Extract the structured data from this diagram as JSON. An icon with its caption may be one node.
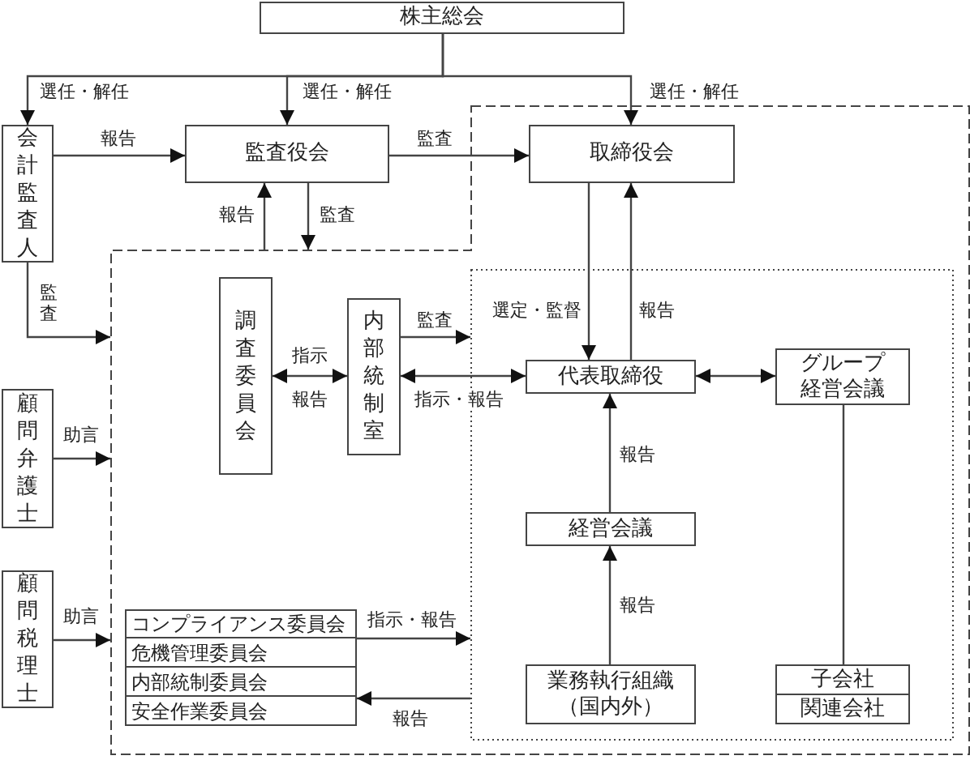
{
  "diagram": {
    "nodes": [
      {
        "text": [
          "株主総会"
        ]
      },
      {
        "text": [
          "会計監査人"
        ]
      },
      {
        "text": [
          "監査役会"
        ]
      },
      {
        "text": [],
        "shape": "box"
      },
      {
        "text": [
          "取締役会"
        ],
        "in": 3
      },
      {
        "text": [
          "調査委員会"
        ],
        "in": 3
      },
      {
        "text": [
          "内部統制室"
        ],
        "in": 3
      },
      {
        "text": [],
        "shape": "box",
        "in": 3
      },
      {
        "text": [
          "代表取締役"
        ],
        "in": 7
      },
      {
        "text": [
          "グループ経営会議"
        ],
        "in": 7
      },
      {
        "text": [
          "経営会議"
        ],
        "in": 7
      },
      {
        "text": [
          "業務執行組織（国内外）"
        ],
        "in": 7
      },
      {
        "text": [
          "子会社"
        ],
        "in": 7
      },
      {
        "text": [
          "関連会社"
        ],
        "in": 7
      },
      {
        "text": [],
        "shape": "box",
        "in": 3
      },
      {
        "text": [
          "コンプライアンス委員会"
        ],
        "in": 14
      },
      {
        "text": [
          "危機管理委員会"
        ],
        "in": 14
      },
      {
        "text": [
          "内部統制委員会"
        ],
        "in": 14
      },
      {
        "text": [
          "安全作業委員会"
        ],
        "in": 14
      },
      {
        "text": [
          "顧問弁護士"
        ]
      },
      {
        "text": [
          "顧問税理士"
        ]
      }
    ],
    "edges": [
      {
        "from": 0,
        "to": 1,
        "arrow": "to",
        "label": "選任・解任"
      },
      {
        "from": 0,
        "to": 2,
        "arrow": "to",
        "label": "選任・解任"
      },
      {
        "from": 0,
        "to": 4,
        "arrow": "to",
        "label": "選任・解任"
      },
      {
        "from": 1,
        "to": 2,
        "arrow": "to",
        "label": "報告"
      },
      {
        "from": 2,
        "to": 4,
        "arrow": "to",
        "label": "監査"
      },
      {
        "from": 3,
        "to": 2,
        "arrow": "to",
        "label": "報告"
      },
      {
        "from": 2,
        "to": 3,
        "arrow": "to",
        "label": "監査"
      },
      {
        "from": 1,
        "to": 3,
        "arrow": "to",
        "label": "監査"
      },
      {
        "from": 6,
        "to": 7,
        "arrow": "to",
        "label": "監査"
      },
      {
        "from": 5,
        "to": 6,
        "arrow": "both",
        "label": "指示"
      },
      {
        "from": 6,
        "to": 8,
        "arrow": "both",
        "label": "指示・報告"
      },
      {
        "from": 4,
        "to": 8,
        "arrow": "to",
        "label": "選定・監督"
      },
      {
        "from": 8,
        "to": 4,
        "arrow": "to",
        "label": "報告"
      },
      {
        "from": 8,
        "to": 9,
        "arrow": "both"
      },
      {
        "from": 10,
        "to": 8,
        "arrow": "to",
        "label": "報告"
      },
      {
        "from": 11,
        "to": 10,
        "arrow": "to",
        "label": "報告"
      },
      {
        "from": 9,
        "to": 12,
        "arrow": "none"
      },
      {
        "from": 19,
        "to": 3,
        "arrow": "to",
        "label": "助言"
      },
      {
        "from": 20,
        "to": 3,
        "arrow": "to",
        "label": "助言"
      },
      {
        "from": 14,
        "to": 7,
        "arrow": "to",
        "label": "指示・報告"
      },
      {
        "from": 7,
        "to": 14,
        "arrow": "to",
        "label": "報告"
      }
    ],
    "labels": [
      "報告"
    ]
  }
}
